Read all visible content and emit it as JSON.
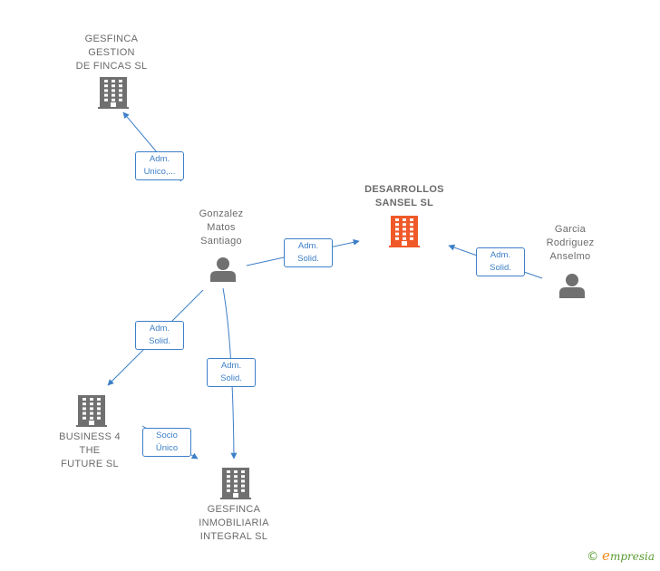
{
  "nodes": [
    {
      "id": "gesfinca-gestion",
      "type": "company",
      "label": "GESFINCA\nGESTION\nDE FINCAS  SL",
      "color": "#707070"
    },
    {
      "id": "desarrollos-sansel",
      "type": "company",
      "label": "DESARROLLOS\nSANSEL  SL",
      "color": "#f05a28",
      "highlight": true
    },
    {
      "id": "gonzalez",
      "type": "person",
      "label": "Gonzalez\nMatos\nSantiago",
      "color": "#707070"
    },
    {
      "id": "garcia",
      "type": "person",
      "label": "Garcia\nRodriguez\nAnselmo",
      "color": "#707070"
    },
    {
      "id": "business4",
      "type": "company",
      "label": "BUSINESS 4\nTHE\nFUTURE  SL",
      "color": "#707070"
    },
    {
      "id": "gesfinca-inmo",
      "type": "company",
      "label": "GESFINCA\nINMOBILIARIA\nINTEGRAL  SL",
      "color": "#707070"
    }
  ],
  "edges": [
    {
      "from": "gonzalez",
      "to": "gesfinca-gestion",
      "label": "Adm.\nUnico,..."
    },
    {
      "from": "gonzalez",
      "to": "desarrollos-sansel",
      "label": "Adm.\nSolid."
    },
    {
      "from": "garcia",
      "to": "desarrollos-sansel",
      "label": "Adm.\nSolid."
    },
    {
      "from": "gonzalez",
      "to": "business4",
      "label": "Adm.\nSolid."
    },
    {
      "from": "gonzalez",
      "to": "gesfinca-inmo",
      "label": "Adm.\nSolid."
    },
    {
      "from": "business4",
      "to": "gesfinca-inmo",
      "label": "Socio\nÚnico"
    }
  ],
  "footer": {
    "copyright": "©",
    "brand_initial": "e",
    "brand_rest": "mpresia"
  },
  "colors": {
    "edge": "#3d7fc8",
    "node": "#707070",
    "highlight": "#f05a28"
  }
}
